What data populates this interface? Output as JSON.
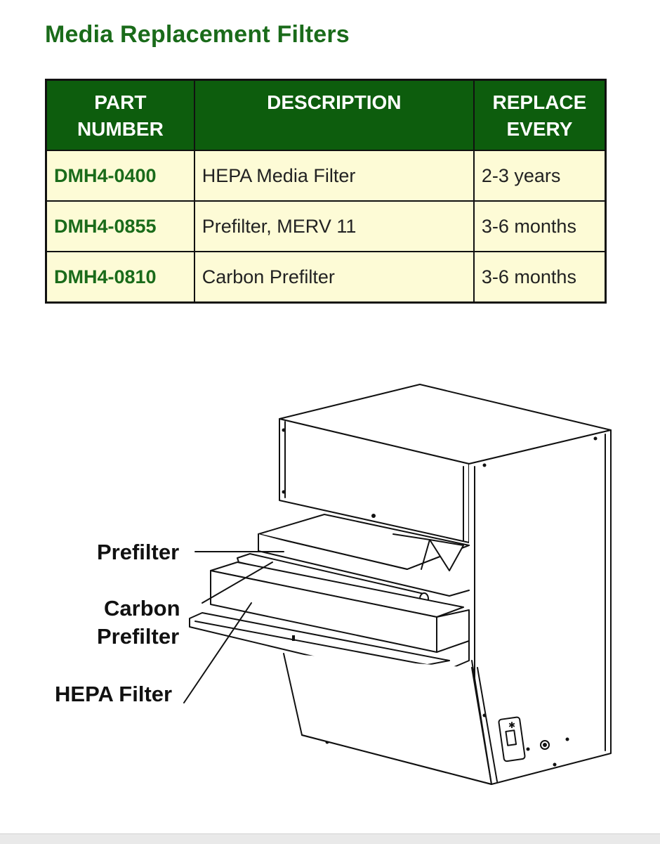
{
  "title": "Media Replacement Filters",
  "table": {
    "headers": {
      "part_line1": "PART",
      "part_line2": "NUMBER",
      "description": "DESCRIPTION",
      "replace_line1": "REPLACE",
      "replace_line2": "EVERY"
    },
    "rows": [
      {
        "part": "DMH4-0400",
        "description": "HEPA Media Filter",
        "replace": "2-3 years"
      },
      {
        "part": "DMH4-0855",
        "description": "Prefilter, MERV 11",
        "replace": "3-6 months"
      },
      {
        "part": "DMH4-0810",
        "description": "Carbon Prefilter",
        "replace": "3-6 months"
      }
    ]
  },
  "diagram": {
    "labels": {
      "prefilter": "Prefilter",
      "carbon_line1": "Carbon",
      "carbon_line2": "Prefilter",
      "hepa": "HEPA Filter"
    }
  },
  "colors": {
    "title_green": "#1a6b1a",
    "header_green": "#0d5d0d",
    "row_cream": "#fdfbd6"
  }
}
